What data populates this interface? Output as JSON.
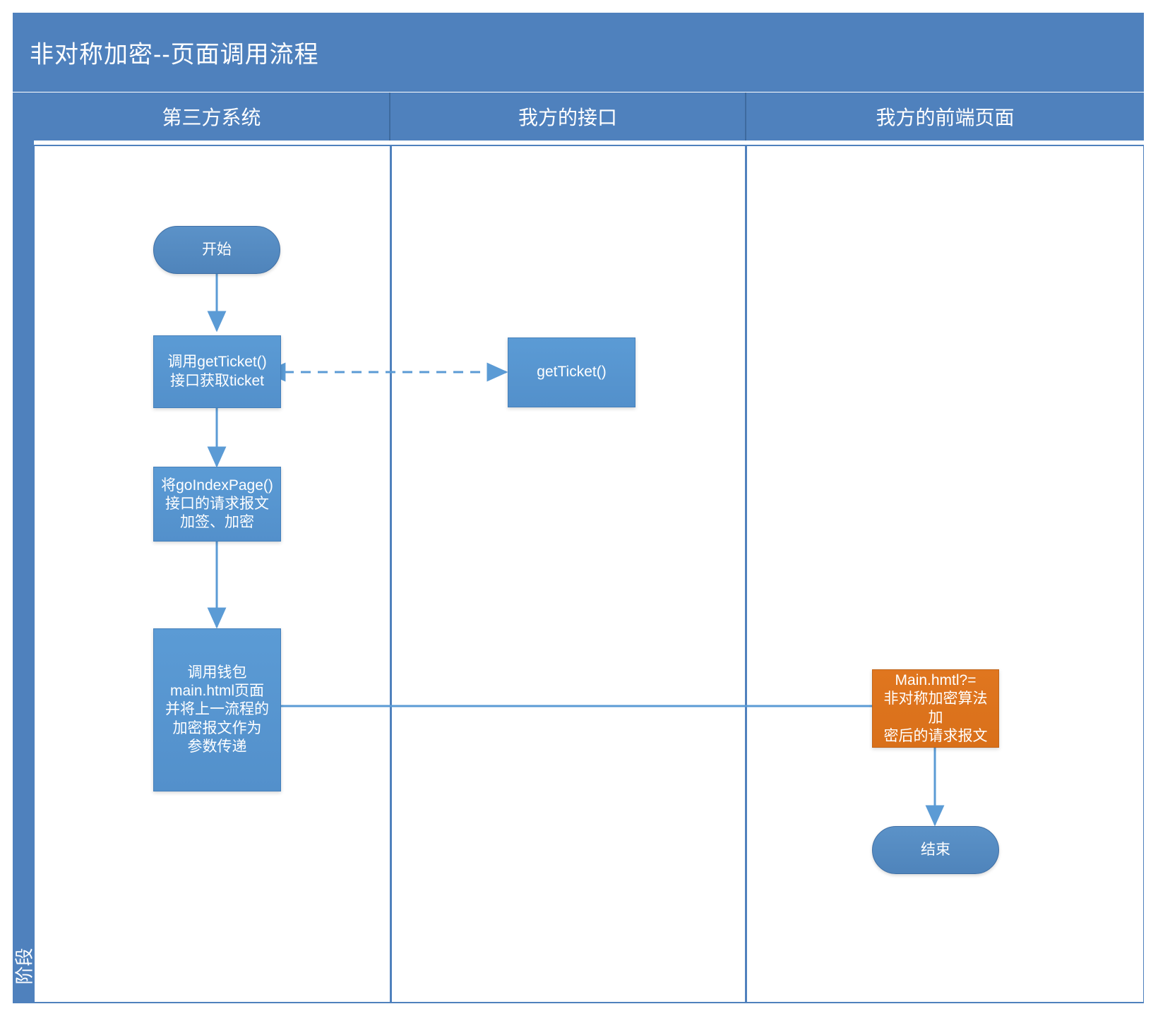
{
  "diagram": {
    "title": "非对称加密--页面调用流程",
    "stage_label": "阶段",
    "accent_blue": "#4F81BD",
    "node_blue": "#5B9BD5",
    "node_orange": "#E0761F",
    "connector_blue": "#5B9BD5",
    "background": "#FFFFFF",
    "text_color": "#FFFFFF"
  },
  "lanes": [
    {
      "id": "third-party",
      "label": "第三方系统"
    },
    {
      "id": "our-api",
      "label": "我方的接口"
    },
    {
      "id": "our-frontend",
      "label": "我方的前端页面"
    }
  ],
  "nodes": [
    {
      "id": "start",
      "lane": "third-party",
      "shape": "terminator",
      "label": "开始"
    },
    {
      "id": "call-get-ticket",
      "lane": "third-party",
      "shape": "process",
      "label": "调用getTicket()\n接口获取ticket"
    },
    {
      "id": "sign-encrypt",
      "lane": "third-party",
      "shape": "process",
      "label": "将goIndexPage()\n接口的请求报文\n加签、加密"
    },
    {
      "id": "call-wallet-main",
      "lane": "third-party",
      "shape": "process",
      "label": "调用钱包\nmain.html页面\n并将上一流程的\n加密报文作为\n参数传递"
    },
    {
      "id": "get-ticket-api",
      "lane": "our-api",
      "shape": "process",
      "label": "getTicket()"
    },
    {
      "id": "main-html-param",
      "lane": "our-frontend",
      "shape": "document",
      "label": "Main.hmtl?=\n非对称加密算法加\n密后的请求报文"
    },
    {
      "id": "end",
      "lane": "our-frontend",
      "shape": "terminator",
      "label": "结束"
    }
  ],
  "connectors": [
    {
      "id": "start-to-call-get-ticket",
      "from": "start",
      "to": "call-get-ticket",
      "style": "solid",
      "arrows": "end"
    },
    {
      "id": "call-get-ticket-to-api",
      "from": "call-get-ticket",
      "to": "get-ticket-api",
      "style": "dashed",
      "arrows": "both"
    },
    {
      "id": "call-get-ticket-to-sign-encrypt",
      "from": "call-get-ticket",
      "to": "sign-encrypt",
      "style": "solid",
      "arrows": "end"
    },
    {
      "id": "sign-encrypt-to-call-wallet-main",
      "from": "sign-encrypt",
      "to": "call-wallet-main",
      "style": "solid",
      "arrows": "end"
    },
    {
      "id": "call-wallet-main-to-main-html",
      "from": "call-wallet-main",
      "to": "main-html-param",
      "style": "solid",
      "arrows": "end"
    },
    {
      "id": "main-html-to-end",
      "from": "main-html-param",
      "to": "end",
      "style": "solid",
      "arrows": "end"
    }
  ]
}
